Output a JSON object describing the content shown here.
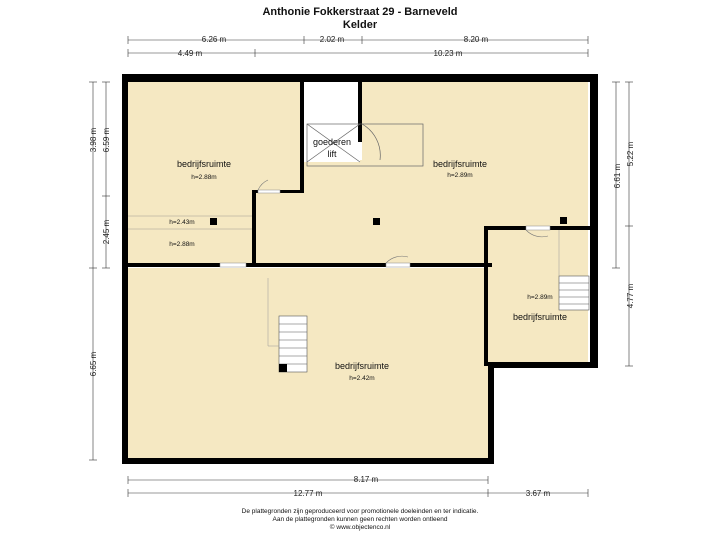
{
  "header": {
    "title": "Anthonie Fokkerstraat 29 - Barneveld",
    "subtitle": "Kelder"
  },
  "dimensions": {
    "top_row1": [
      "6.26 m",
      "2.02 m",
      "8.20 m"
    ],
    "top_row2": [
      "4.49 m",
      "10.23 m"
    ],
    "left": [
      "3.98 m",
      "6.59 m",
      "2.45 m",
      "6.65 m"
    ],
    "right": [
      "6.61 m",
      "5.22 m",
      "4.77 m"
    ],
    "bottom_row1": [
      "8.17 m"
    ],
    "bottom_row2": [
      "12.77 m",
      "3.67 m"
    ]
  },
  "rooms": {
    "room_nw_label": "bedrijfsruimte",
    "room_nw_height": "h=2.88m",
    "lift_label_1": "goederen",
    "lift_label_2": "lift",
    "room_ne_label": "bedrijfsruimte",
    "room_ne_height": "h=2.89m",
    "zone_a_height": "h=2.43m",
    "zone_b_height": "h=2.88m",
    "room_south_label": "bedrijfsruimte",
    "room_south_height": "h=2.42m",
    "room_se_label": "bedrijfsruimte",
    "room_se_height": "h=2.89m"
  },
  "footer": {
    "line1": "De plattegronden zijn geproduceerd voor promotionele doeleinden en ter indicatie.",
    "line2": "Aan de plattegronden kunnen geen rechten worden ontleend",
    "line3": "© www.objectenco.nl"
  },
  "colors": {
    "floor": "#f5e8c2",
    "wall": "#000000",
    "lift": "#ffffff"
  }
}
